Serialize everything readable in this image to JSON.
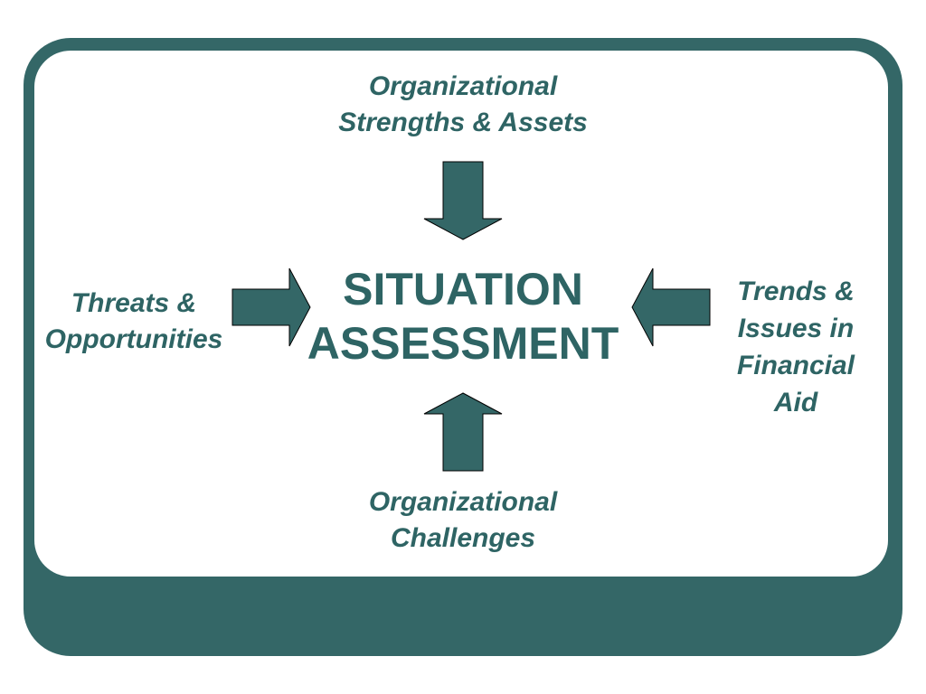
{
  "diagram": {
    "center": "SITUATION\nASSESSMENT",
    "top": "Organizational\nStrengths & Assets",
    "left": "Threats &\nOpportunities",
    "right": "Trends &\nIssues in\nFinancial\nAid",
    "bottom": "Organizational\nChallenges"
  },
  "colors": {
    "frame": "#346767",
    "text": "#2e6464",
    "panel": "#ffffff"
  }
}
